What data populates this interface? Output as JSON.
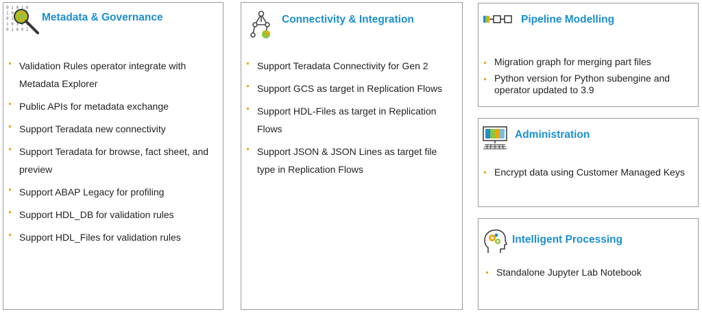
{
  "cards": [
    {
      "title": "Metadata & Governance",
      "icon": "magnifier-binary-icon",
      "items": [
        "Validation Rules operator integrate with Metadata Explorer",
        "Public APIs for metadata exchange",
        "Support Teradata new connectivity",
        "Support Teradata for browse, fact sheet, and preview",
        "Support ABAP Legacy for profiling",
        "Support HDL_DB for validation rules",
        "Support HDL_Files for validation rules"
      ]
    },
    {
      "title": "Connectivity & Integration",
      "icon": "network-graph-icon",
      "items": [
        "Support Teradata Connectivity for Gen 2",
        "Support GCS as target in Replication Flows",
        "Support HDL-Files as target in Replication Flows",
        "Support JSON & JSON Lines as target file type in Replication Flows"
      ]
    },
    {
      "title": "Pipeline Modelling",
      "icon": "pipeline-icon",
      "items": [
        "Migration graph for merging part files",
        "Python version for Python subengine and operator updated to 3.9"
      ]
    },
    {
      "title": "Administration",
      "icon": "computer-monitor-icon",
      "items": [
        "Encrypt data using Customer Managed Keys"
      ]
    },
    {
      "title": "Intelligent Processing",
      "icon": "head-gears-icon",
      "items": [
        "Standalone Jupyter Lab Notebook"
      ]
    }
  ],
  "colors": {
    "title": "#1a8fd1",
    "bullet": "#f0a500",
    "border": "#9a9a9a",
    "accent_green": "#8cc63f",
    "accent_orange": "#f0a500",
    "accent_blue": "#1a8fd1"
  }
}
